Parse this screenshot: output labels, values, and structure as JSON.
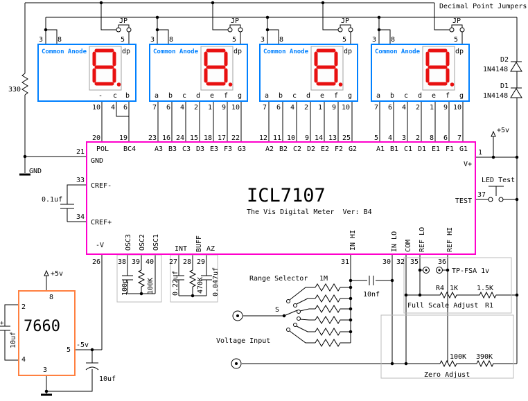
{
  "note": "Decimal Point Jumpers",
  "colors": {
    "display_blue": "#0080ff",
    "chip_magenta": "#ff00cc",
    "u7660_orange": "#ff8040",
    "segment_red": "#e81010",
    "box_gray": "#bbbbbb",
    "wire_black": "#000000"
  },
  "display": {
    "common_anode": "Common Anode",
    "dp": "dp",
    "jp": "JP",
    "pin3": "3",
    "pin8": "8",
    "pin5": "5",
    "d1_letters": [
      "-",
      "c",
      "b"
    ],
    "d1_pins": [
      "10",
      "4",
      "6"
    ],
    "letters": [
      "a",
      "b",
      "c",
      "d",
      "e",
      "f",
      "g"
    ],
    "pins": [
      "7",
      "6",
      "4",
      "2",
      "1",
      "9",
      "10"
    ]
  },
  "chip": {
    "name": "ICL7107",
    "subtitle": "The Vis Digital Meter  Ver: B4",
    "top_numbers": [
      "20",
      "19",
      "23",
      "16",
      "24",
      "15",
      "18",
      "17",
      "22",
      "12",
      "11",
      "10",
      "9",
      "14",
      "13",
      "25",
      "5",
      "4",
      "3",
      "2",
      "8",
      "6",
      "7"
    ],
    "top_labels": [
      "POL",
      "BC4",
      "A3",
      "B3",
      "C3",
      "D3",
      "E3",
      "F3",
      "G3",
      "A2",
      "B2",
      "C2",
      "D2",
      "E2",
      "F2",
      "G2",
      "A1",
      "B1",
      "C1",
      "D1",
      "E1",
      "F1",
      "G1"
    ],
    "left_numbers": [
      "21",
      "33",
      "34"
    ],
    "left_labels": [
      "GND",
      "CREF-",
      "CREF+"
    ],
    "bottom_numbers": [
      "26",
      "38",
      "39",
      "40",
      "27",
      "28",
      "29",
      "31",
      "30",
      "32",
      "35",
      "36"
    ],
    "bottom_labels": [
      "-V",
      "OSC3",
      "OSC2",
      "OSC1",
      "INT",
      "BUFF",
      "AZ",
      "IN HI",
      "IN LO",
      "COM",
      "REF LO",
      "REF HI"
    ],
    "right_numbers": [
      "1",
      "37"
    ],
    "right_labels": [
      "V+",
      "TEST"
    ]
  },
  "parts": {
    "r330": "330",
    "cref_cap": "0.1uf",
    "c_osc": "100p",
    "r_osc": "100K",
    "c_int": "0.22uf",
    "r_int": "470K",
    "c_az": "0.047uf",
    "r_1m": "1M",
    "c_10nf": "10nf",
    "d2": "D2",
    "d2_val": "1N4148",
    "d1": "D1",
    "d1_val": "1N4148",
    "r4": "R4",
    "r4_val": "1K",
    "r1_val": "1.5K",
    "r1": "R1",
    "zr1": "100K",
    "zr2": "390K",
    "cap_left": "10uf",
    "cap_left_plus": "+",
    "cap_right": "10uf"
  },
  "u7660": {
    "name": "7660",
    "p8": "8",
    "p2": "2",
    "p4": "4",
    "p5": "5",
    "p3": "3",
    "vplus": "+5v",
    "vminus": "-5v"
  },
  "labels": {
    "gnd": "GND",
    "range_selector": "Range Selector",
    "s": "S",
    "voltage_input": "Voltage Input",
    "full_scale_adjust": "Full Scale Adjust",
    "zero_adjust": "Zero Adjust",
    "tp_fsa": "TP-FSA 1v",
    "led_test": "LED Test",
    "vplus": "+5v"
  }
}
